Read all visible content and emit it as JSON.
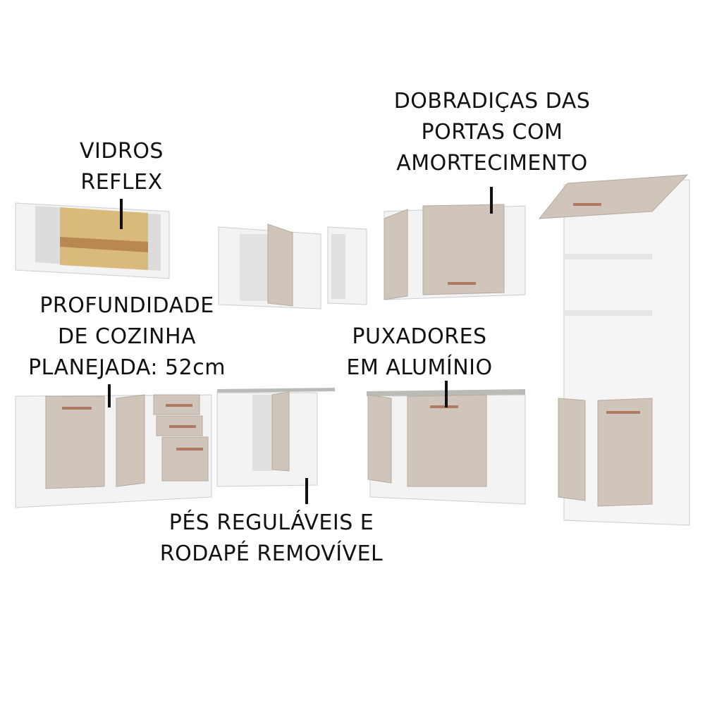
{
  "labels": {
    "glass": [
      "VIDROS",
      "REFLEX"
    ],
    "hinges": [
      "DOBRADIÇAS DAS",
      "PORTAS COM",
      "AMORTECIMENTO"
    ],
    "depth": [
      "PROFUNDIDADE",
      "DE COZINHA",
      "PLANEJADA: 52cm"
    ],
    "handles": [
      "PUXADORES",
      "EM ALUMÍNIO"
    ],
    "feet": [
      "PÉS REGULÁVEIS E",
      "RODAPÉ REMOVÍVEL"
    ]
  },
  "colors": {
    "carcass": "#f4f4f4",
    "door": "#cfc5ba",
    "handle": "#b07a62",
    "glass": "#d9b46a",
    "top": "#b9bcb6"
  }
}
